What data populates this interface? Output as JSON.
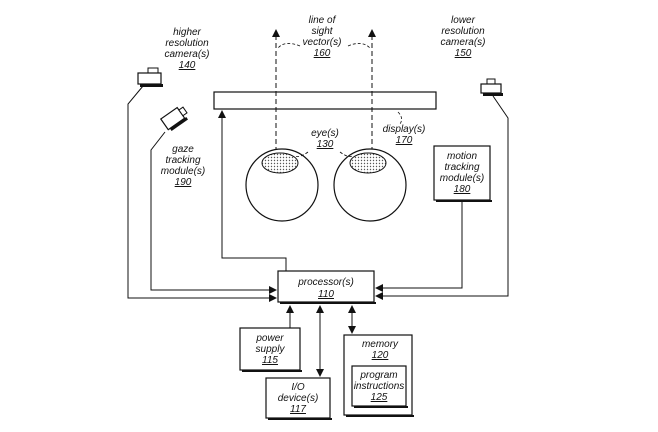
{
  "diagram": {
    "line_color": "#111111",
    "higher_camera": {
      "label": [
        "higher",
        "resolution",
        "camera(s)"
      ],
      "ref": "140"
    },
    "gaze_module": {
      "label": [
        "gaze",
        "tracking",
        "module(s)"
      ],
      "ref": "190"
    },
    "line_of_sight": {
      "label": [
        "line of",
        "sight",
        "vector(s)"
      ],
      "ref": "160"
    },
    "lower_camera": {
      "label": [
        "lower",
        "resolution",
        "camera(s)"
      ],
      "ref": "150"
    },
    "display": {
      "label": [
        "display(s)"
      ],
      "ref": "170"
    },
    "eyes": {
      "label": [
        "eye(s)"
      ],
      "ref": "130"
    },
    "motion_module": {
      "label": [
        "motion",
        "tracking",
        "module(s)"
      ],
      "ref": "180"
    },
    "processor": {
      "label": [
        "processor(s)"
      ],
      "ref": "110"
    },
    "power": {
      "label": [
        "power",
        "supply"
      ],
      "ref": "115"
    },
    "io": {
      "label": [
        "I/O",
        "device(s)"
      ],
      "ref": "117"
    },
    "memory": {
      "label": [
        "memory"
      ],
      "ref": "120"
    },
    "program": {
      "label": [
        "program",
        "instructions"
      ],
      "ref": "125"
    }
  }
}
